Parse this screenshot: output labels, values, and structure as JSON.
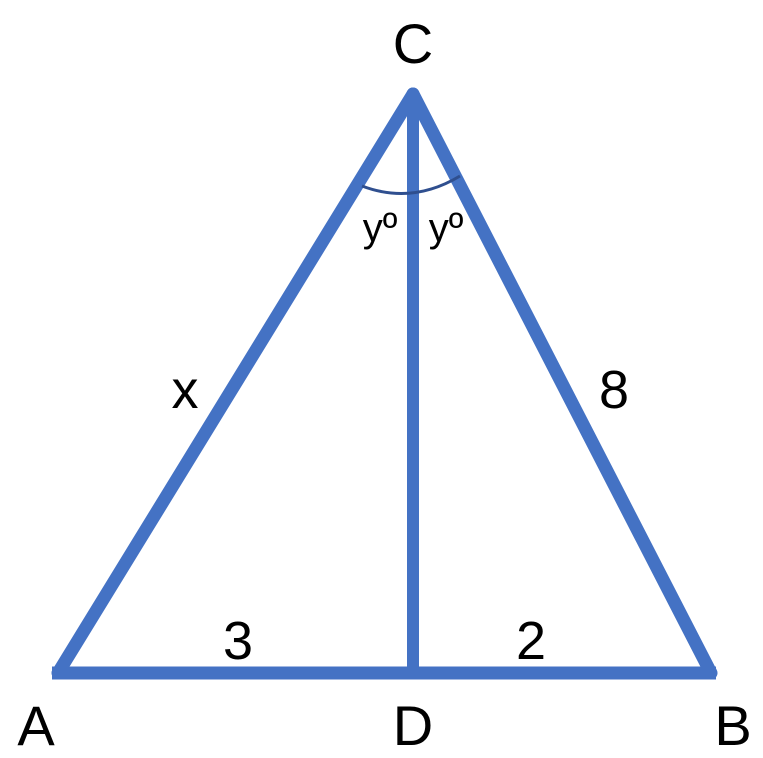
{
  "colors": {
    "line": "#4472C4",
    "arc": "#2F4F8F",
    "text": "#000000",
    "background": "#FFFFFF"
  },
  "vertices": {
    "A": "A",
    "B": "B",
    "C": "C",
    "D": "D"
  },
  "sides": {
    "AC": "x",
    "CB": "8",
    "AD": "3",
    "DB": "2"
  },
  "angles": {
    "left": "yº",
    "right": "yº"
  }
}
